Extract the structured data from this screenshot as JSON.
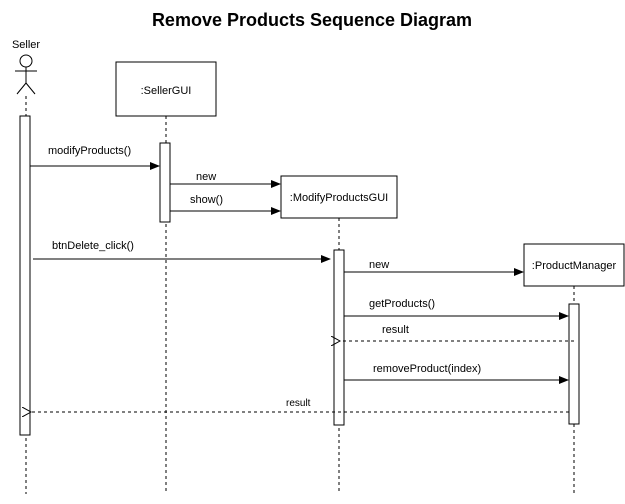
{
  "title": "Remove Products Sequence Diagram",
  "participants": {
    "seller": "Seller",
    "seller_gui": ":SellerGUI",
    "modify_products_gui": ":ModifyProductsGUI",
    "product_manager": ":ProductManager"
  },
  "messages": {
    "modify_products": "modifyProducts()",
    "new_modify_gui": "new",
    "show": "show()",
    "btn_delete_click": "btnDelete_click()",
    "new_product_manager": "new",
    "get_products": "getProducts()",
    "get_products_result": "result",
    "remove_product": "removeProduct(index)",
    "final_result": "result"
  },
  "colors": {
    "line": "#000000",
    "background": "#ffffff"
  }
}
